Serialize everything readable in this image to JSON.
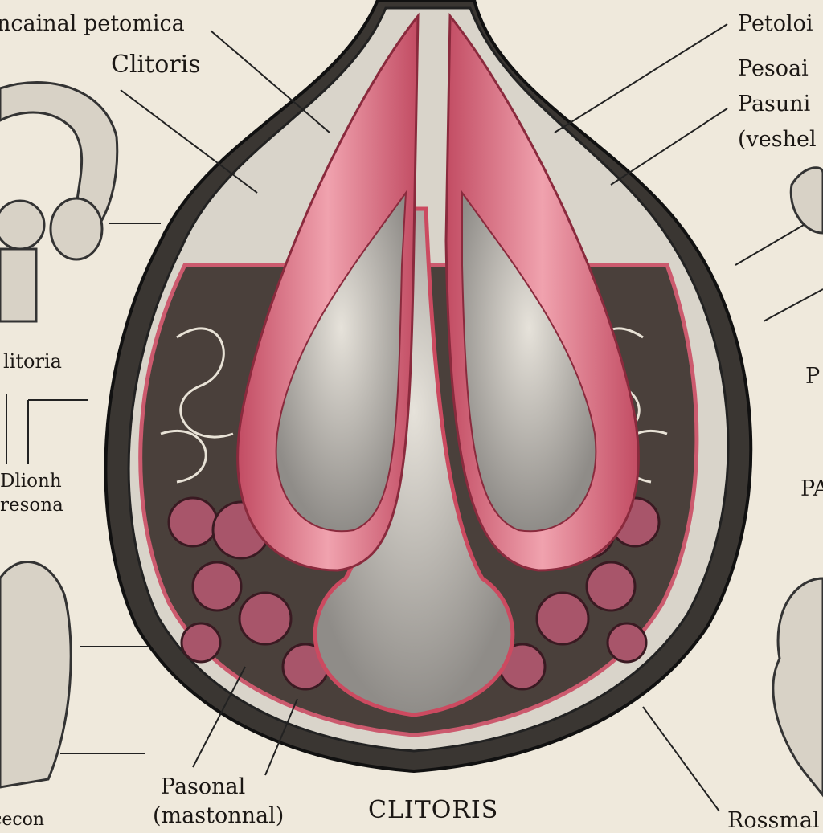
{
  "labels": {
    "top_left_title": "ncainal petomica",
    "top_left": "Clitoris",
    "top_right_1": "Petoloi",
    "top_right_2": "Pesoai",
    "top_right_3": "Pasuni",
    "top_right_4": "(veshel",
    "left_mid": "litoria",
    "left_low_1": "Dlionh",
    "left_low_2": "resona",
    "right_mid_1": "P",
    "right_mid_2": "PA",
    "bottom_left_1": "Pasonal",
    "bottom_left_2": "(mastonnal)",
    "bottom_center": "CLITORIS",
    "bottom_right": "Rossmal",
    "bottom_far_left": "cecon"
  },
  "colors": {
    "paper": "#efe9dc",
    "pink": "#d9687c",
    "ink": "#1b1714",
    "gray": "#8c8a86"
  }
}
